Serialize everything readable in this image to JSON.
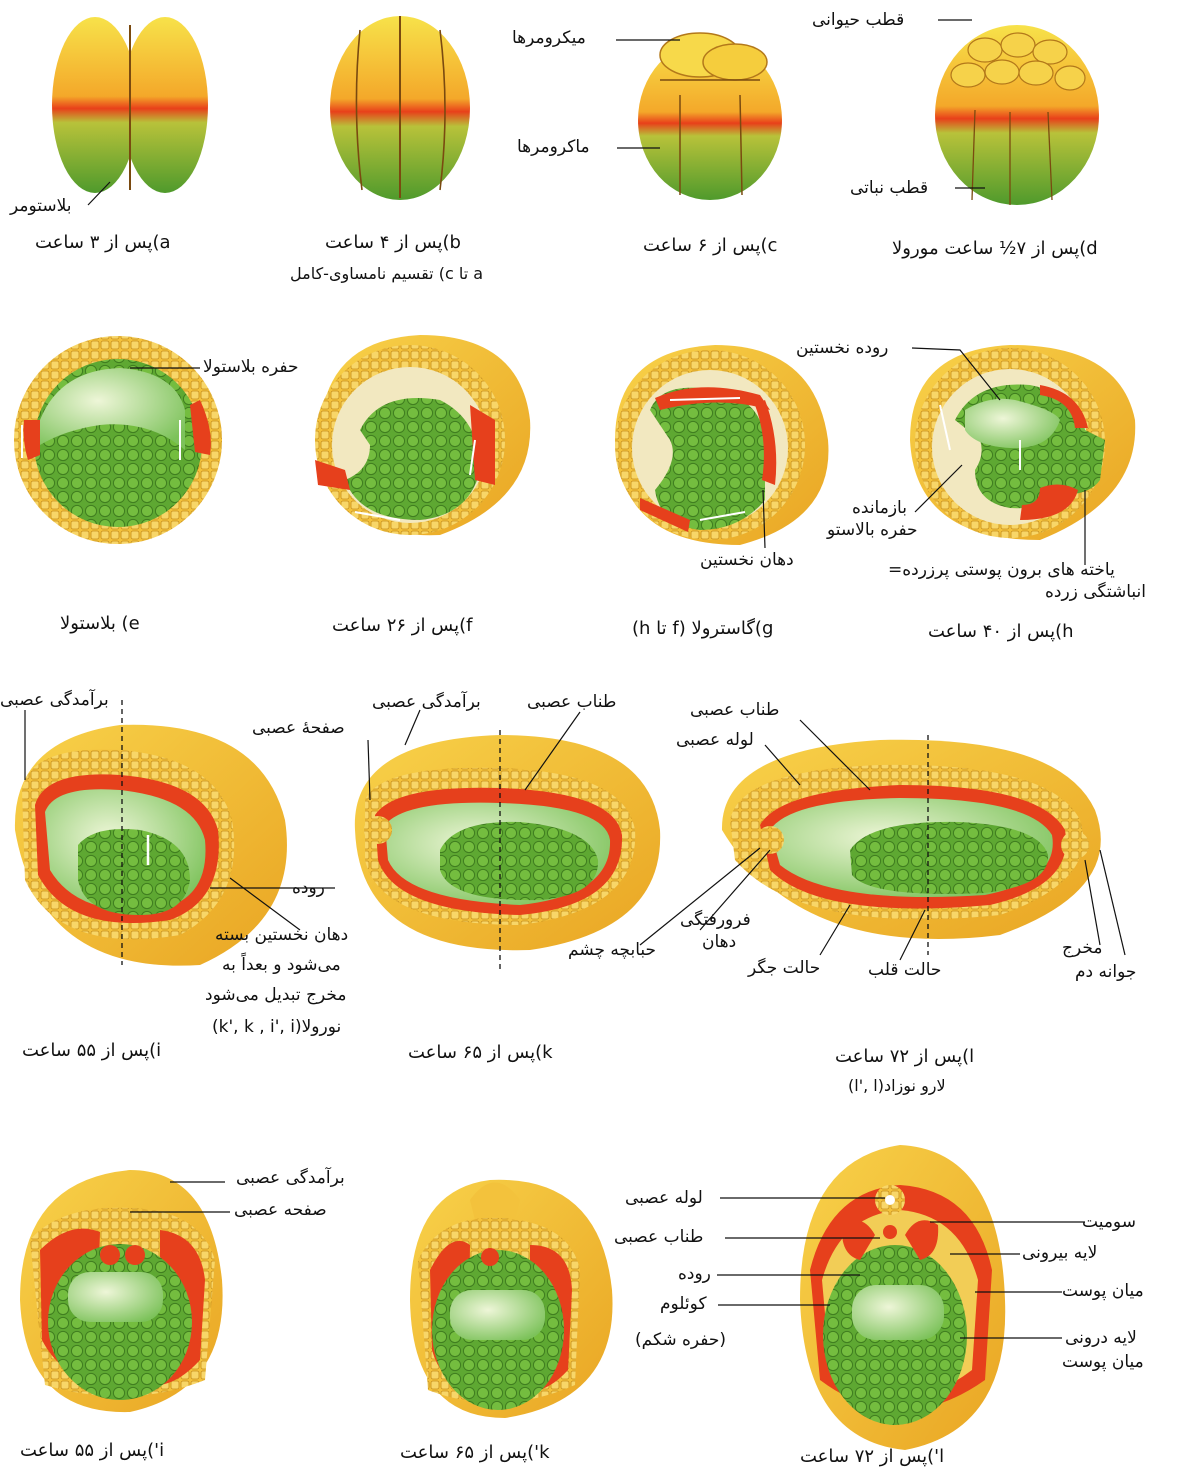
{
  "row1": {
    "labels": {
      "blastomere": "بلاستومر",
      "micromeres": "میکرومرها",
      "macromeres": "ماکرومرها",
      "animal_pole": "قطب حیوانی",
      "vegetal_pole": "قطب نباتی"
    },
    "captions": {
      "a": "a)پس از ۳ ساعت",
      "b": "b)پس از ۴ ساعت",
      "b_sub": "a تا c) تقسیم نامساوی-کامل",
      "c": "c)پس از ۶ ساعت",
      "d": "d)پس از ۷½ ساعت مورولا"
    }
  },
  "row2": {
    "labels": {
      "blastocoel": "حفره بلاستولا",
      "archenteron": "روده نخستین",
      "blastopore": "دهان نخستین",
      "remnant_line1": "بازمانده",
      "remnant_line2": "حفره بالاستو",
      "yolk_line1": "یاخته های برون پوستی پرزرده=",
      "yolk_line2": "انباشتگی زرده"
    },
    "captions": {
      "e": "e) بلاستولا",
      "f": "f)پس از ۲۶ ساعت",
      "g": "g)گاسترولا (f تا h)",
      "h": "h)پس از ۴۰ ساعت"
    }
  },
  "row3": {
    "labels": {
      "neural_fold_i": "برآمدگی عصبی",
      "neural_fold_k": "برآمدگی عصبی",
      "neural_plate_k": "صفحهٔ عصبی",
      "notochord_k": "طناب عصبی",
      "notochord_l": "طناب عصبی",
      "neural_tube_l": "لوله عصبی",
      "gut_i": "روده",
      "blastopore_line1": "دهان نخستین بسته",
      "blastopore_line2": "می‌شود و بعداً به",
      "blastopore_line3": "مخرج تبدیل می‌شود",
      "neurula": "نورولا(k', k , i', i)",
      "optic_vesicle": "حبابچه چشم",
      "stomodeum_line1": "فرورفتگی",
      "stomodeum_line2": "دهان",
      "liver": "حالت جگر",
      "heart": "حالت قلب",
      "anus": "مخرج",
      "tail_bud": "جوانه دم"
    },
    "captions": {
      "i": "i)پس از ۵۵ ساعت",
      "k": "k)پس از ۶۵ ساعت",
      "l": "l)پس از ۷۲ ساعت",
      "l_sub": "لارو نوزاد(l', l)"
    }
  },
  "row4": {
    "labels": {
      "neural_fold": "برآمدگی عصبی",
      "neural_plate": "صفحه عصبی",
      "neural_tube": "لوله عصبی",
      "notochord": "طناب عصبی",
      "gut": "روده",
      "coelom": "کوئلوم",
      "coelom_sub": "(حفره شکم)",
      "somite": "سومیت",
      "outer_layer": "لایه بیرونی",
      "mesoderm": "میان پوست",
      "inner_line1": "لایه درونی",
      "inner_line2": "میان پوست"
    },
    "captions": {
      "i2": "i')پس از ۵۵ ساعت",
      "k2": "k')پس از ۶۵ ساعت",
      "l2": "l')پس از ۷۲ ساعت"
    }
  },
  "colors": {
    "ectoderm": "#f5c23a",
    "mesoderm": "#e6401c",
    "endoderm": "#5ea832",
    "cavity": "#a8d88a"
  }
}
